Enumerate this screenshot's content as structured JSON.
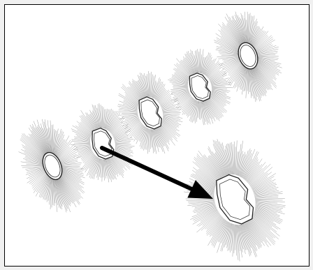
{
  "figure": {
    "panels": [
      {
        "id": "panel-1",
        "shape": "ellipse"
      },
      {
        "id": "panel-2",
        "shape": "polygon"
      },
      {
        "id": "panel-3",
        "shape": "polygon"
      },
      {
        "id": "panel-4",
        "shape": "polygon"
      },
      {
        "id": "panel-5",
        "shape": "ellipse"
      },
      {
        "id": "panel-zoom",
        "shape": "polygon"
      }
    ],
    "arrow": {
      "from": "panel-2",
      "to": "panel-zoom"
    },
    "colors": {
      "background": "#ffffff",
      "frame": "#f0f0f0",
      "border": "#000000",
      "arrow": "#000000",
      "spokes": "#555555",
      "outline": "#222222"
    }
  }
}
